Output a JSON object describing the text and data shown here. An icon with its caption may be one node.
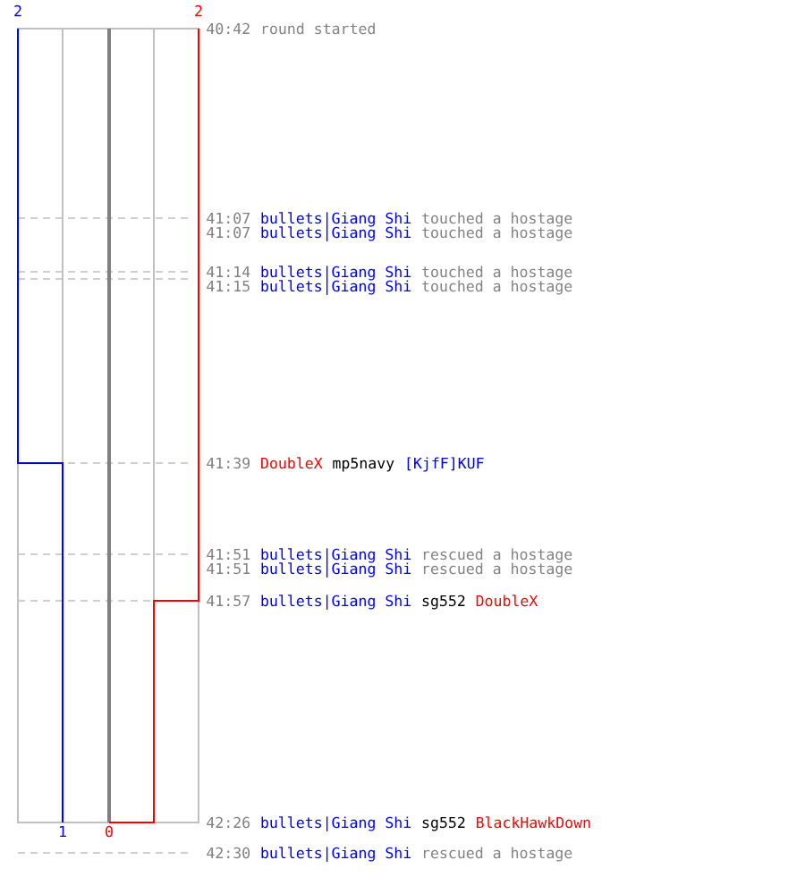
{
  "diagram": {
    "labels": [
      "2",
      "2",
      "40:42",
      "round started",
      "41:07",
      "bullets|Giang Shi",
      "touched a hostage",
      "41:07",
      "bullets|Giang Shi",
      "touched a hostage",
      "41:14",
      "bullets|Giang Shi",
      "touched a hostage",
      "41:15",
      "bullets|Giang Shi",
      "touched a hostage",
      "41:39",
      "DoubleX",
      "mp5navy",
      "[KjfF]KUF",
      "41:51",
      "bullets|Giang Shi",
      "rescued a hostage",
      "41:51",
      "bullets|Giang Shi",
      "rescued a hostage",
      "41:57",
      "bullets|Giang Shi",
      "sg552",
      "DoubleX",
      "42:26",
      "bullets|Giang Shi",
      "sg552",
      "BlackHawkDown",
      "1",
      "0",
      "42:30",
      "bullets|Giang Shi",
      "rescued a hostage"
    ]
  }
}
